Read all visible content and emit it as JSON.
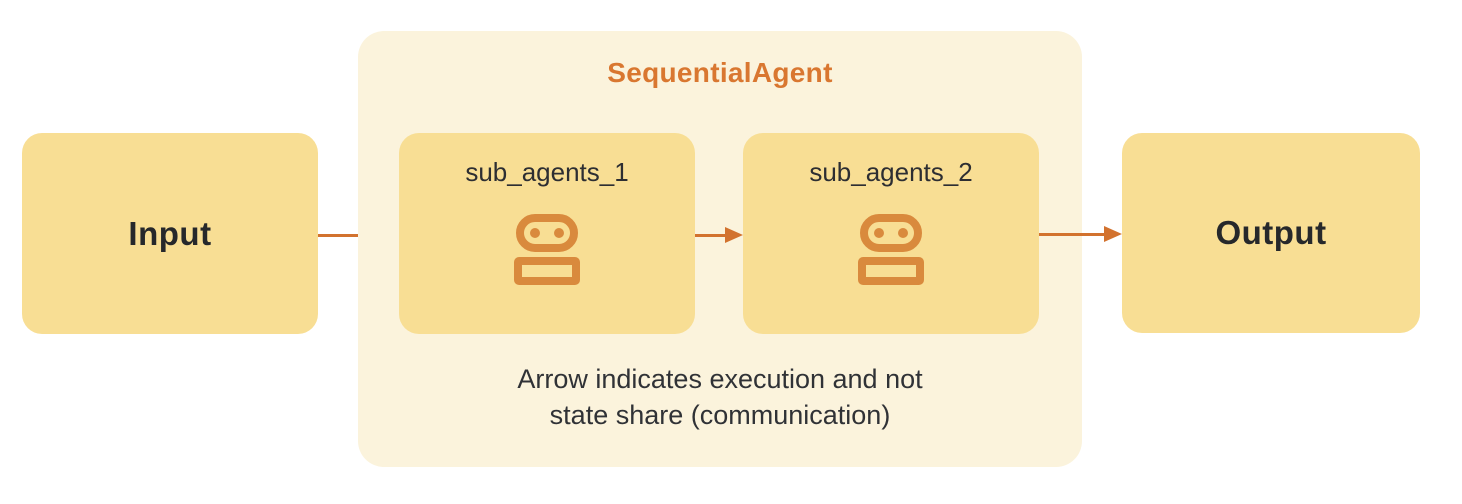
{
  "diagram": {
    "input_label": "Input",
    "output_label": "Output",
    "container_title": "SequentialAgent",
    "sub_agents": [
      {
        "label": "sub_agents_1",
        "icon": "robot-icon"
      },
      {
        "label": "sub_agents_2",
        "icon": "robot-icon"
      }
    ],
    "caption": {
      "line1": "Arrow indicates execution and not",
      "line2": "state share (communication)"
    },
    "arrows": [
      {
        "from": "Input",
        "to": "sub_agents_1"
      },
      {
        "from": "sub_agents_1",
        "to": "sub_agents_2"
      },
      {
        "from": "sub_agents_2",
        "to": "Output"
      }
    ],
    "colors": {
      "background": "#FFFFFF",
      "node_fill": "#F8DE94",
      "container_fill": "#FBF3DC",
      "arrow_orange": "#D2722E",
      "title_orange": "#D97730",
      "robot_orange": "#D98A3D",
      "text_dark": "#26282B"
    }
  }
}
